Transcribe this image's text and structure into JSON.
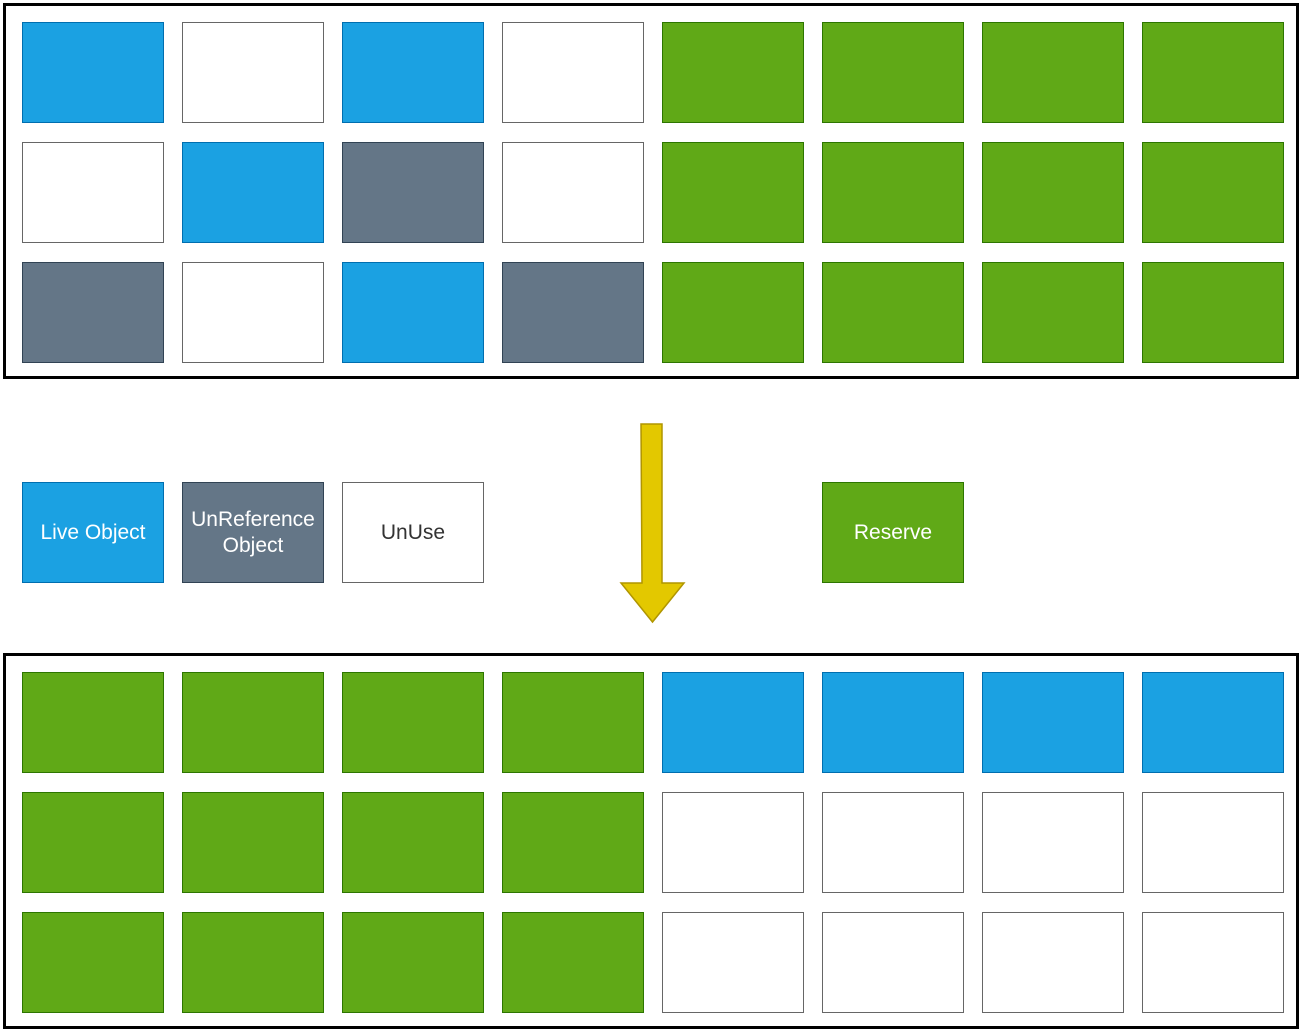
{
  "colors": {
    "live": "#1ba1e2",
    "unref": "#647687",
    "unuse": "#ffffff",
    "reserve": "#60a917",
    "arrow": "#e3c800"
  },
  "legend": [
    {
      "type": "live",
      "label": "Live Object"
    },
    {
      "type": "unref",
      "label": "UnReference\nObject"
    },
    {
      "type": "unuse",
      "label": "UnUse"
    },
    {
      "type": "reserve",
      "label": "Reserve"
    }
  ],
  "before": [
    [
      "live",
      "unuse",
      "live",
      "unuse",
      "reserve",
      "reserve",
      "reserve",
      "reserve"
    ],
    [
      "unuse",
      "live",
      "unref",
      "unuse",
      "reserve",
      "reserve",
      "reserve",
      "reserve"
    ],
    [
      "unref",
      "unuse",
      "live",
      "unref",
      "reserve",
      "reserve",
      "reserve",
      "reserve"
    ]
  ],
  "after": [
    [
      "reserve",
      "reserve",
      "reserve",
      "reserve",
      "live",
      "live",
      "live",
      "live"
    ],
    [
      "reserve",
      "reserve",
      "reserve",
      "reserve",
      "unuse",
      "unuse",
      "unuse",
      "unuse"
    ],
    [
      "reserve",
      "reserve",
      "reserve",
      "reserve",
      "unuse",
      "unuse",
      "unuse",
      "unuse"
    ]
  ]
}
